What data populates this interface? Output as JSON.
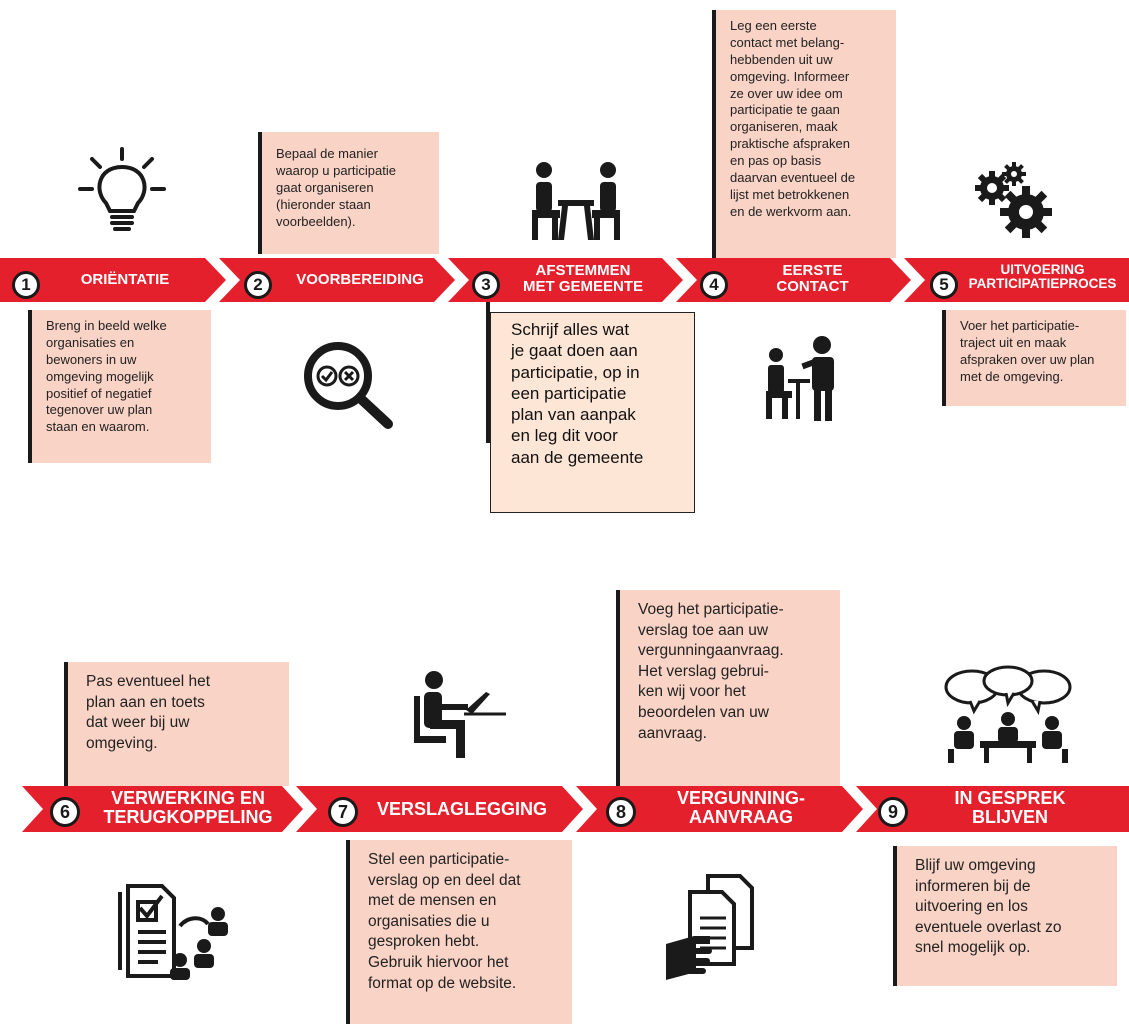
{
  "colors": {
    "accent_red": "#e4202d",
    "note_bg": "#f9d3c5",
    "callout_bg": "#fde6d6",
    "ink": "#1a1a1a"
  },
  "steps": [
    {
      "number": "1",
      "title_lines": [
        "ORIËNTATIE"
      ],
      "note_lines": [
        "Breng in beeld welke",
        "organisaties en",
        "bewoners in uw",
        "omgeving mogelijk",
        "positief of negatief",
        "tegenover uw plan",
        "staan en waarom."
      ],
      "icon": "lightbulb-icon"
    },
    {
      "number": "2",
      "title_lines": [
        "VOORBEREIDING"
      ],
      "note_lines": [
        "Bepaal de manier",
        "waarop u participatie",
        "gaat organiseren",
        "(hieronder staan",
        "voorbeelden)."
      ],
      "icon": "magnifier-check-cross-icon"
    },
    {
      "number": "3",
      "title_lines": [
        "AFSTEMMEN",
        "MET GEMEENTE"
      ],
      "callout_lines": [
        "Schrijf alles wat",
        "je gaat doen aan",
        "participatie, op in",
        "een participatie",
        "plan van aanpak",
        "en leg dit voor",
        "aan de gemeente"
      ],
      "icon": "meeting-table-icon"
    },
    {
      "number": "4",
      "title_lines": [
        "EERSTE",
        "CONTACT"
      ],
      "note_lines": [
        "Leg een eerste",
        "contact met belang-",
        "hebbenden uit uw",
        "omgeving. Informeer",
        "ze over uw idee om",
        "participatie te gaan",
        "organiseren, maak",
        "praktische afspraken",
        "en pas op basis",
        "daarvan eventueel de",
        "lijst met betrokkenen",
        "en de werkvorm aan."
      ],
      "icon": "consultation-icon"
    },
    {
      "number": "5",
      "title_lines": [
        "UITVOERING",
        "PARTICIPATIEPROCES"
      ],
      "note_lines": [
        "Voer het participatie-",
        "traject uit en maak",
        "afspraken over uw plan",
        "met de omgeving."
      ],
      "icon": "gears-icon"
    },
    {
      "number": "6",
      "title_lines": [
        "VERWERKING EN",
        "TERUGKOPPELING"
      ],
      "note_lines": [
        "Pas eventueel het",
        "plan aan en toets",
        "dat weer bij uw",
        "omgeving."
      ],
      "icon": "checklist-people-icon"
    },
    {
      "number": "7",
      "title_lines": [
        "VERSLAGLEGGING"
      ],
      "note_lines": [
        "Stel een participatie-",
        "verslag op en deel dat",
        "met de mensen en",
        "organisaties die u",
        "gesproken hebt.",
        "Gebruik hiervoor het",
        "format op de website."
      ],
      "icon": "person-laptop-icon"
    },
    {
      "number": "8",
      "title_lines": [
        "VERGUNNING-",
        "AANVRAAG"
      ],
      "note_lines": [
        "Voeg het participatie-",
        "verslag toe aan uw",
        "vergunningaanvraag.",
        "Het verslag gebrui-",
        "ken wij voor het",
        "beoordelen van uw",
        "aanvraag."
      ],
      "icon": "hand-documents-icon"
    },
    {
      "number": "9",
      "title_lines": [
        "IN GESPREK",
        "BLIJVEN"
      ],
      "note_lines": [
        "Blijf uw omgeving",
        "informeren bij de",
        "uitvoering en los",
        "eventuele overlast zo",
        "snel mogelijk op."
      ],
      "icon": "group-conversation-icon"
    }
  ]
}
